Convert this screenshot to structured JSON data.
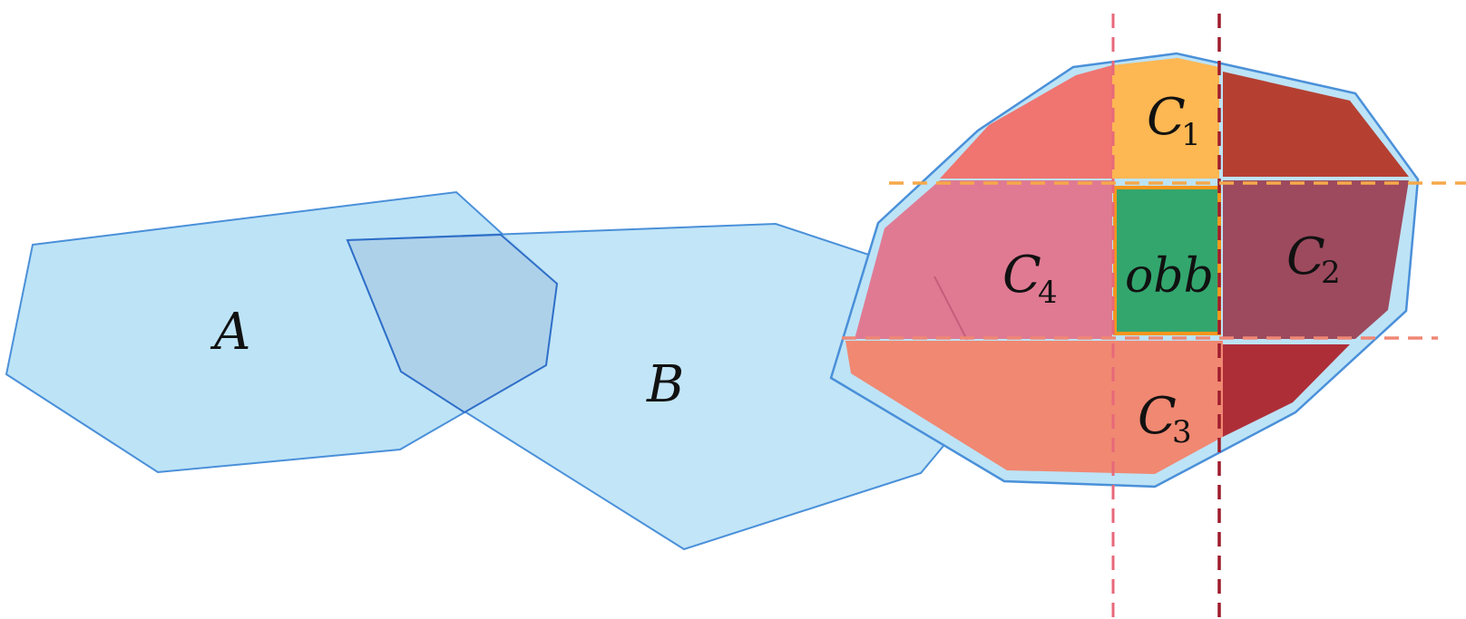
{
  "labels": {
    "a": "A",
    "b": "B",
    "c1_letter": "C",
    "c1_sub": "1",
    "c2_letter": "C",
    "c2_sub": "2",
    "c3_letter": "C",
    "c3_sub": "3",
    "c4_letter": "C",
    "c4_sub": "4",
    "obb": "obb"
  },
  "colors": {
    "polygon_fill": "#bde3f6",
    "polygon_stroke": "#4a90d9",
    "overlap_fill": "#aed1ea",
    "c1": "#fdb753",
    "c2": "#9d4a5e",
    "c3": "#f08872",
    "c4": "#e07a93",
    "c4_top": "#f07470",
    "c2_top": "#b54032",
    "c2_bottom": "#ae2e38",
    "obb_fill": "#33a66e",
    "obb_stroke": "#f5961c",
    "dash_pink": "#e8687a",
    "dash_darkred": "#9e1c2c",
    "dash_orange": "#f5a94a",
    "dash_salmon": "#ef8775"
  }
}
